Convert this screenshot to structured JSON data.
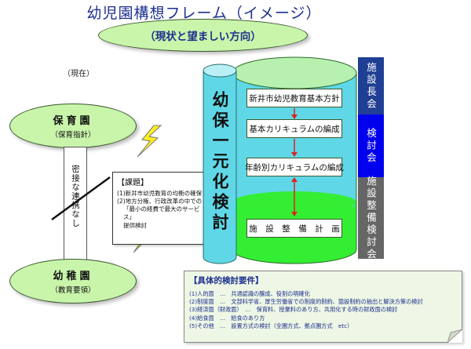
{
  "title": "幼児園構想フレーム（イメージ）",
  "subtitle": "（現状と望ましい方向）",
  "current_label": "（現在）",
  "nursery": {
    "name": "保育園",
    "guideline": "（保育指針）"
  },
  "kindergarten": {
    "name": "幼稚園",
    "guideline": "（教育要領）"
  },
  "connector_label": "密接な連携なし",
  "issues": {
    "heading": "【課題】",
    "items": [
      "(1)新井市幼児教育の均衡の確保",
      "(2)地方分権、行政改革の中での",
      "「最小の経費で最大のサービス」",
      "提供検討"
    ]
  },
  "central_label": "幼保一元化検討",
  "steps": [
    "新井市幼児教育基本方針",
    "基本カリキュラムの編成",
    "年齢別カリキュラムの編成",
    "施　設　整　備　計　画"
  ],
  "tags": [
    {
      "label": "施設長会",
      "color": "#1f3f94"
    },
    {
      "label": "検討会",
      "color": "#0000ee"
    },
    {
      "label": "施設整備検討会",
      "color": "#666666"
    }
  ],
  "requirements": {
    "heading": "【具体的検討要件】",
    "items": [
      "(1)人的面　…　共通認識の醸成、役割の明確化",
      "(2)制度面　…　文部科学省、厚生労働省での制度的制約、箇設制約の抽出と解決方策の検討",
      "(3)経済面（財政面）　…　保育料、授業料のあり方、共用化する時の財政面の検討",
      "(4)給食面　…　給食のあり方",
      "(5)その他　…　設置方式の検討（全園方式、拠点園方式　etc）"
    ]
  },
  "colors": {
    "title_blue": "#1c2f8e",
    "oval_green": "#c9f5ab",
    "cylinder_top": "#b8f0b0",
    "cylinder_mid": "#5fd7e6",
    "cylinder_bottom": "#33ee33",
    "lightning": "#ffee22",
    "arrow_red": "#dd2222"
  }
}
